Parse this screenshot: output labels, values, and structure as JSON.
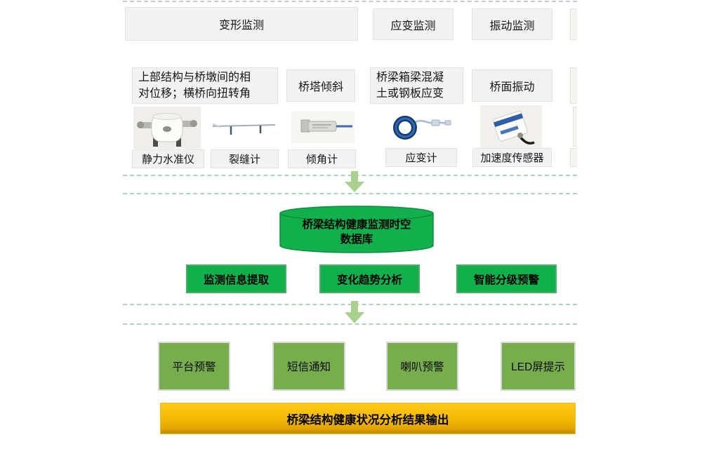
{
  "monitoring": {
    "headers": [
      {
        "label": "变形监测"
      },
      {
        "label": "应变监测"
      },
      {
        "label": "振动监测"
      }
    ],
    "descriptions": [
      {
        "text": "上部结构与桥墩间的相\n对位移；横桥向扭转角"
      },
      {
        "text": "桥塔倾斜"
      },
      {
        "text": "桥梁箱梁混凝\n土或钢板应变"
      },
      {
        "text": "桥面振动"
      }
    ],
    "sensors": [
      {
        "label": "静力水准仪",
        "icon": "static-level-gauge-icon"
      },
      {
        "label": "裂缝计",
        "icon": "crack-meter-icon"
      },
      {
        "label": "倾角计",
        "icon": "inclinometer-icon"
      },
      {
        "label": "应变计",
        "icon": "strain-gauge-icon"
      },
      {
        "label": "加速度传感器",
        "icon": "accelerometer-icon"
      }
    ]
  },
  "database": {
    "label": "桥梁结构健康监测时空\n数据库"
  },
  "analysis": [
    {
      "label": "监测信息提取"
    },
    {
      "label": "变化趋势分析"
    },
    {
      "label": "智能分级预警"
    }
  ],
  "alerts": [
    {
      "label": "平台预警"
    },
    {
      "label": "短信通知"
    },
    {
      "label": "喇叭预警"
    },
    {
      "label": "LED屏提示"
    }
  ],
  "output": {
    "label": "桥梁结构健康状况分析结果输出"
  },
  "colors": {
    "bright_green": "#12b04c",
    "olive_green": "#77ad4c",
    "arrow_green": "#a9d18e",
    "dash_green": "#a8d8bc",
    "gold_top": "#ffca18",
    "gold_bottom": "#c08c00",
    "box_bg": "#f2f2f2",
    "box_border": "#e3e3e1"
  }
}
